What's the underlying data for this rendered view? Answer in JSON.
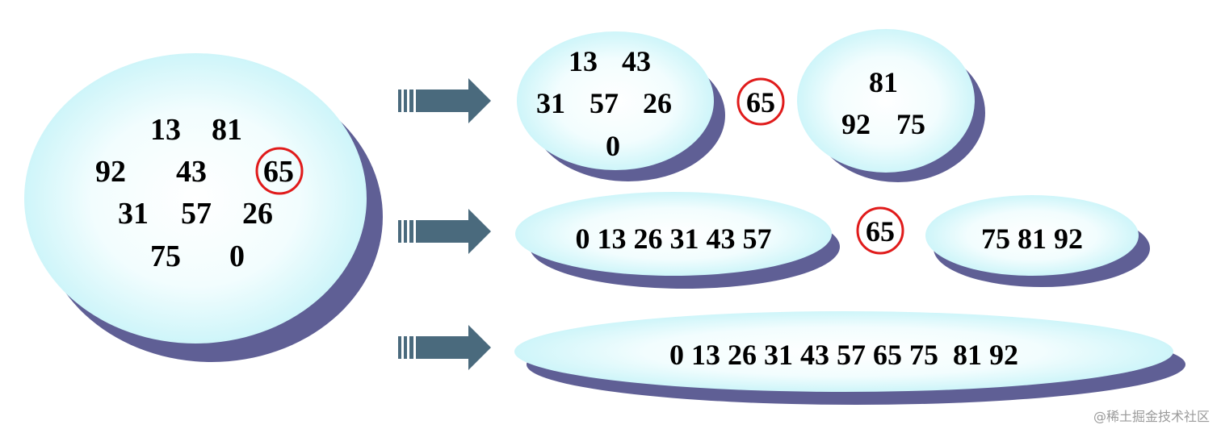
{
  "colors": {
    "bubble_center": "#ffffff",
    "bubble_edge": "#c5f3f8",
    "shadow": "#5f5f95",
    "arrow": "#4a6a7d",
    "pivot_ring": "#e01b1b"
  },
  "watermark": "@稀土掘金技术社区",
  "initial": {
    "rows": [
      [
        "13",
        "81"
      ],
      [
        "92",
        "43",
        "65"
      ],
      [
        "31",
        "57",
        "26"
      ],
      [
        "75",
        "0"
      ]
    ],
    "pivot": "65"
  },
  "step1": {
    "left_rows": [
      [
        "13",
        "43"
      ],
      [
        "31",
        "57",
        "26"
      ],
      [
        "0"
      ]
    ],
    "pivot": "65",
    "right_rows": [
      [
        "81"
      ],
      [
        "92",
        "75"
      ]
    ]
  },
  "step2": {
    "left": "0 13 26 31 43 57",
    "pivot": "65",
    "right": "75  81 92"
  },
  "step3": {
    "result": "0 13 26 31 43 57 65 75  81 92"
  }
}
